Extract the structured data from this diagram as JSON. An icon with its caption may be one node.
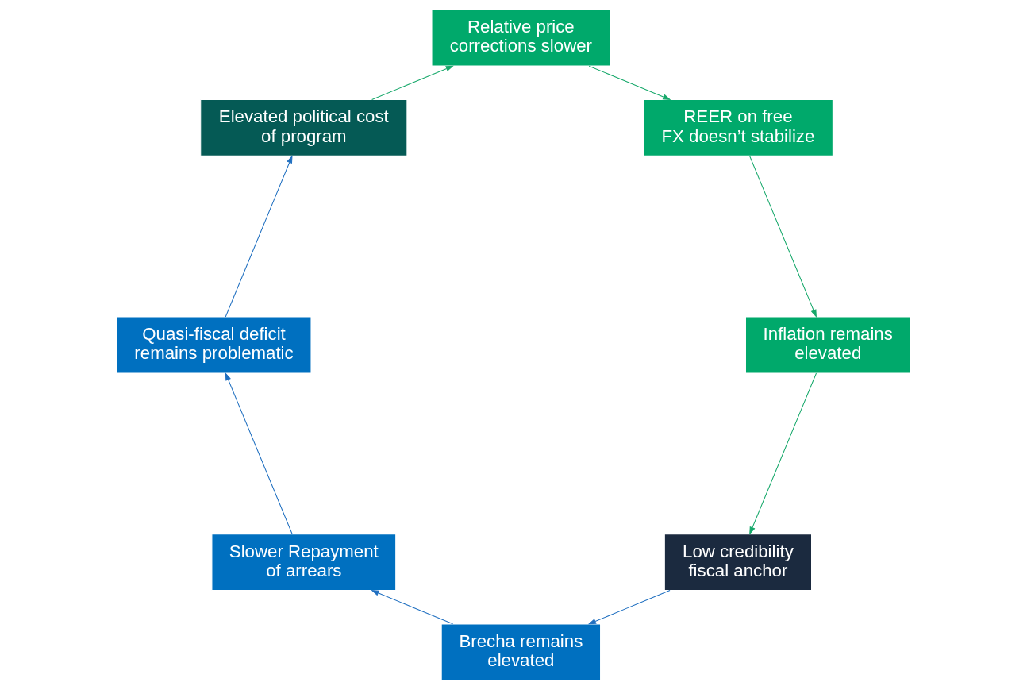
{
  "diagram": {
    "nodes": [
      {
        "text": [
          "Low credibility fiscal anchor"
        ]
      },
      {
        "text": [
          "Inflation remains elevated"
        ]
      },
      {
        "text": [
          "Brecha remains elevated"
        ]
      },
      {
        "text": [
          "Slower Repayment of arrears"
        ]
      },
      {
        "text": [
          "REER on free FX doesn’t stabilize"
        ]
      },
      {
        "text": [
          "Quasi-fiscal deficit remains problematic"
        ]
      },
      {
        "text": [
          "Relative price corrections slower"
        ]
      },
      {
        "text": [
          "Elevated political cost of program"
        ]
      }
    ],
    "edges": [
      {
        "from": 0,
        "to": 2,
        "arrow": "to",
        "color": "#1f6fc0"
      },
      {
        "from": 2,
        "to": 3,
        "arrow": "to",
        "color": "#1f6fc0"
      },
      {
        "from": 3,
        "to": 5,
        "arrow": "to",
        "color": "#1f6fc0"
      },
      {
        "from": 5,
        "to": 7,
        "arrow": "to",
        "color": "#1f6fc0"
      },
      {
        "from": 7,
        "to": 6,
        "arrow": "to",
        "color": "#16a86a"
      },
      {
        "from": 6,
        "to": 4,
        "arrow": "to",
        "color": "#16a86a"
      },
      {
        "from": 4,
        "to": 1,
        "arrow": "to",
        "color": "#16a86a"
      },
      {
        "from": 1,
        "to": 0,
        "arrow": "to",
        "color": "#16a86a"
      }
    ]
  }
}
